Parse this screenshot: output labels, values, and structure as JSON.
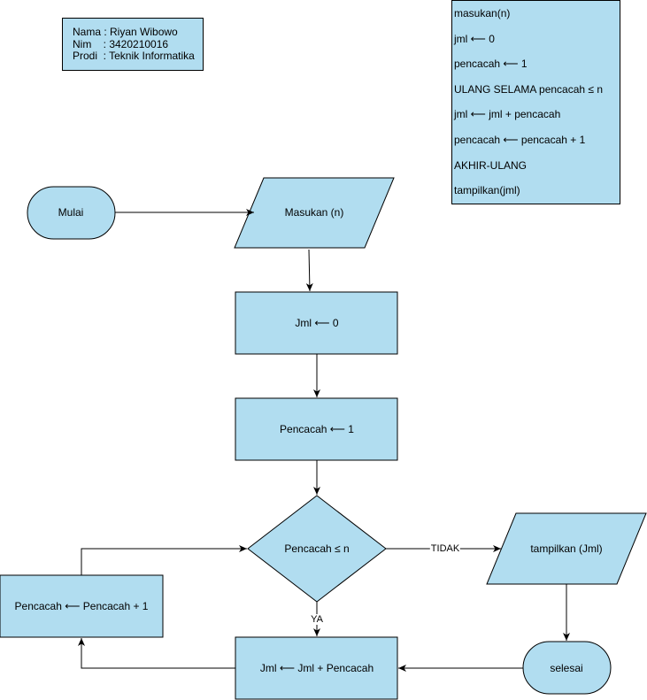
{
  "info": {
    "nama": "Nama : Riyan Wibowo",
    "nim": "Nim    : 3420210016",
    "prodi": "Prodi  : Teknik Informatika"
  },
  "pseudocode": {
    "lines": [
      "masukan(n)",
      "jml ⟵ 0",
      "pencacah ⟵ 1",
      "ULANG SELAMA pencacah ≤ n",
      "jml ⟵ jml + pencacah",
      "pencacah ⟵ pencacah + 1",
      "AKHIR-ULANG",
      "tampilkan(jml)"
    ]
  },
  "flowchart": {
    "start": "Mulai",
    "input": "Masukan (n)",
    "init_jml": "Jml  ⟵ 0",
    "init_pencacah": "Pencacah  ⟵ 1",
    "condition": "Pencacah ≤ n",
    "output": "tampilkan (Jml)",
    "end": "selesai",
    "accumulate": "Jml ⟵ Jml + Pencacah",
    "increment": "Pencacah ⟵ Pencacah + 1",
    "label_false": "TIDAK",
    "label_true": "YA"
  },
  "colors": {
    "fill": "#b1ddf0",
    "stroke": "#000000"
  }
}
